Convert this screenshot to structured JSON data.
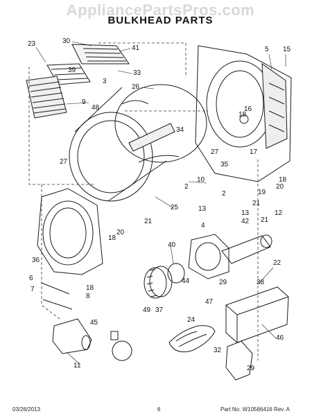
{
  "header": {
    "watermark": "AppliancePartsPros.com",
    "title": "BULKHEAD PARTS"
  },
  "footer": {
    "date": "03/26/2013",
    "page": "6",
    "part_number": "Part No. W10566416  Rev. A"
  },
  "callouts": [
    "30",
    "41",
    "23",
    "39",
    "3",
    "33",
    "9",
    "48",
    "26",
    "5",
    "15",
    "16",
    "18",
    "34",
    "17",
    "27",
    "27",
    "35",
    "10",
    "2",
    "18",
    "20",
    "19",
    "2",
    "21",
    "25",
    "12",
    "13",
    "13",
    "42",
    "21",
    "4",
    "20",
    "21",
    "18",
    "36",
    "40",
    "22",
    "38",
    "6",
    "18",
    "44",
    "37",
    "29",
    "7",
    "8",
    "47",
    "24",
    "49",
    "45",
    "46",
    "11",
    "32",
    "29"
  ],
  "colors": {
    "line": "#1a1a1a",
    "text": "#111111",
    "watermark": "#d8d8d8"
  }
}
